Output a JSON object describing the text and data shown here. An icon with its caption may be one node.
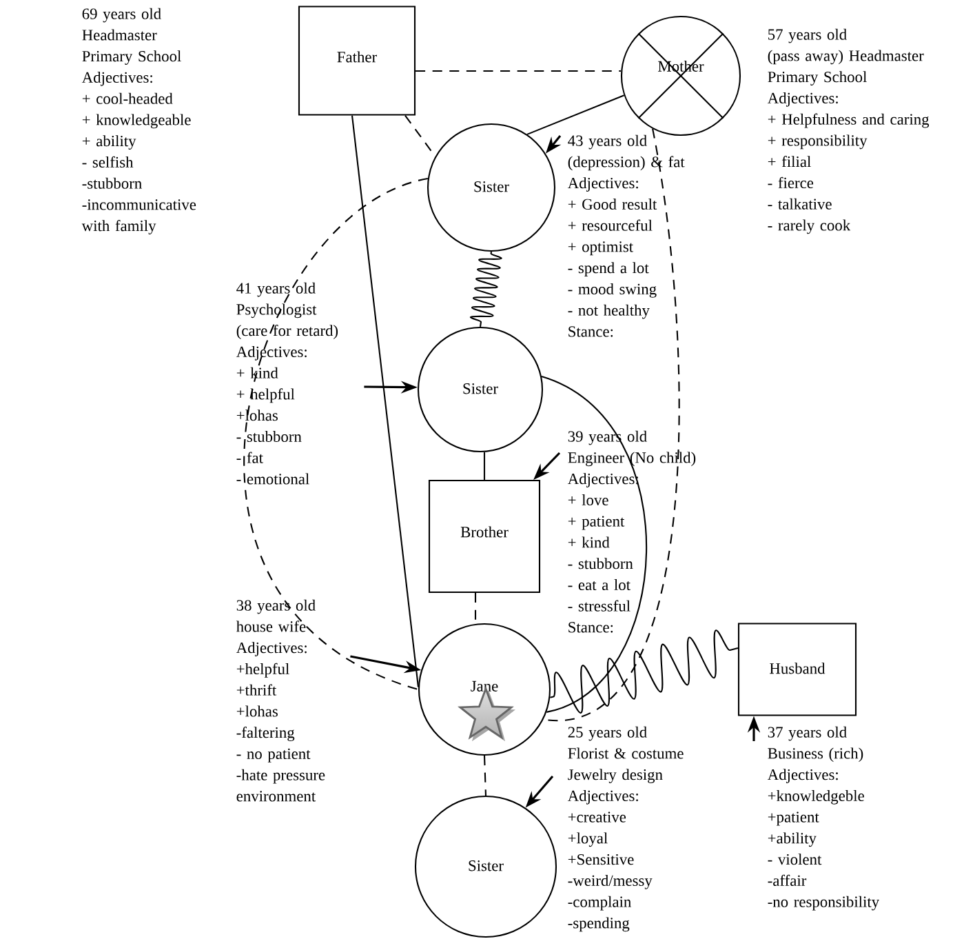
{
  "diagram": {
    "nodes": [
      {
        "text": [
          "Father"
        ],
        "beside": [
          "69 years old",
          "Headmaster",
          "Primary School",
          "Adjectives:",
          "+ cool-headed",
          "+ knowledgeable",
          "+ ability",
          "- selfish",
          "-stubborn",
          "-incommunicative with family"
        ]
      },
      {
        "text": [
          "Mother"
        ],
        "beside": [
          "57 years old",
          "(pass away) Headmaster",
          "Primary School",
          "Adjectives:",
          "+ Helpfulness and caring",
          "+ responsibility",
          "+ filial",
          "- fierce",
          "- talkative",
          "- rarely cook"
        ]
      },
      {
        "text": [
          "Sister"
        ]
      },
      {
        "text": [
          "Sister"
        ]
      },
      {
        "text": [
          "Brother"
        ]
      },
      {
        "text": [
          "Jane"
        ]
      },
      {
        "text": [
          "Husband"
        ]
      },
      {
        "text": [
          "Sister"
        ]
      },
      {
        "text": [
          "43 years old",
          "(depression) & fat",
          "Adjectives:",
          "+ Good result",
          "+ resourceful",
          "+ optimist",
          "- spend a lot",
          "- mood swing",
          "- not healthy",
          "Stance:"
        ]
      },
      {
        "text": [
          "41 years old",
          "Psychologist",
          "(care for retard)",
          "Adjectives:",
          "+ kind",
          "+ helpful",
          "+lohas",
          "- stubborn",
          "- fat",
          "- emotional"
        ]
      },
      {
        "text": [
          "39 years old",
          "Engineer (No child)",
          "Adjectives:",
          "+ love",
          "+ patient",
          "+ kind",
          "- stubborn",
          "- eat a lot",
          "- stressful",
          "Stance:"
        ]
      },
      {
        "text": [
          "38 years old",
          "house wife",
          "Adjectives:",
          "+helpful",
          "+thrift",
          "+lohas",
          "-faltering",
          "- no patient",
          "-hate pressure environment"
        ]
      },
      {
        "text": [
          "25 years old",
          "Florist & costume Jewelry design",
          "Adjectives:",
          "+creative",
          "+loyal",
          "+Sensitive",
          "-weird/messy",
          "-complain",
          "-spending"
        ]
      },
      {
        "text": [
          "37 years old",
          "Business (rich)",
          "Adjectives:",
          "+knowledgeble",
          "+patient",
          "+ability",
          "- violent",
          "-affair",
          "-no responsibility"
        ]
      }
    ],
    "edges": [
      {
        "from": 0,
        "to": 1,
        "arrow": "none",
        "style": "dashed"
      },
      {
        "from": 1,
        "to": 2,
        "arrow": "none"
      },
      {
        "from": 0,
        "to": 2,
        "arrow": "none",
        "style": "dashed"
      },
      {
        "from": 2,
        "to": 3,
        "arrow": "none"
      },
      {
        "from": 3,
        "to": 4,
        "arrow": "none"
      },
      {
        "from": 4,
        "to": 5,
        "arrow": "none",
        "style": "dashed"
      },
      {
        "from": 5,
        "to": 7,
        "arrow": "none",
        "style": "dashed"
      },
      {
        "from": 0,
        "to": 5,
        "arrow": "none"
      },
      {
        "from": 2,
        "to": 5,
        "arrow": "none",
        "style": "dashed"
      },
      {
        "from": 1,
        "to": 5,
        "arrow": "none",
        "style": "dashed"
      },
      {
        "from": 3,
        "to": 5,
        "arrow": "none"
      },
      {
        "from": 5,
        "to": 6,
        "arrow": "none"
      },
      {
        "from": 8,
        "to": 2,
        "arrow": "to"
      },
      {
        "from": 9,
        "to": 3,
        "arrow": "to"
      },
      {
        "from": 10,
        "to": 4,
        "arrow": "to"
      },
      {
        "from": 11,
        "to": 5,
        "arrow": "to"
      },
      {
        "from": 12,
        "to": 7,
        "arrow": "to"
      },
      {
        "from": 13,
        "to": 6,
        "arrow": "to"
      }
    ]
  }
}
